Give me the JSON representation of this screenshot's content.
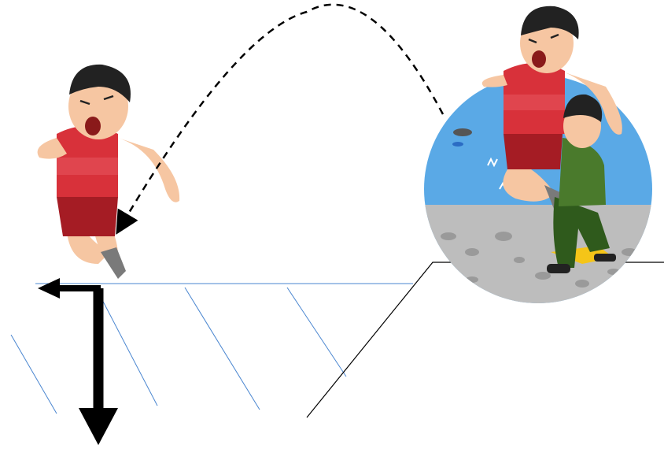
{
  "figure": {
    "type": "illustration",
    "elements": [
      "runner-landing-left",
      "jump-trajectory",
      "cliff-and-water",
      "runner-jumping-right",
      "pushed-person",
      "force-arrows"
    ]
  },
  "colors": {
    "water_surface": "#4a86d0",
    "sky_water": "#5aa9e6",
    "ground": "#bdbdbd",
    "jersey": "#d8313a",
    "jersey_dark": "#a51c24",
    "skin": "#f6c6a2",
    "hair": "#222222",
    "shirt_green": "#4a7a2c",
    "pants_green": "#2f5a1c",
    "impact_yellow": "#f5c518",
    "arrow": "#000000"
  },
  "icons": {
    "runner": "athlete-icon",
    "trajectory": "dashed-arc-icon",
    "arrow_left": "arrow-left-icon",
    "arrow_down": "arrow-down-icon"
  }
}
